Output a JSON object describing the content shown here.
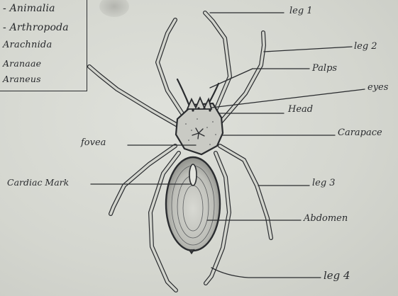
{
  "taxonomy": {
    "lines": [
      "- Animalia",
      "- Arthropoda",
      "Arachnida",
      "Aranaae",
      "Araneus"
    ]
  },
  "labels": {
    "leg1": "leg 1",
    "leg2": "leg 2",
    "palps": "Palps",
    "eyes": "eyes",
    "head": "Head",
    "carapace": "Carapace",
    "fovea": "fovea",
    "cardiac_mark": "Cardiac Mark",
    "leg3": "leg 3",
    "abdomen": "Abdomen",
    "leg4": "leg 4"
  },
  "colors": {
    "ink": "#2a2c2f",
    "paper": "#d6d8d2"
  }
}
